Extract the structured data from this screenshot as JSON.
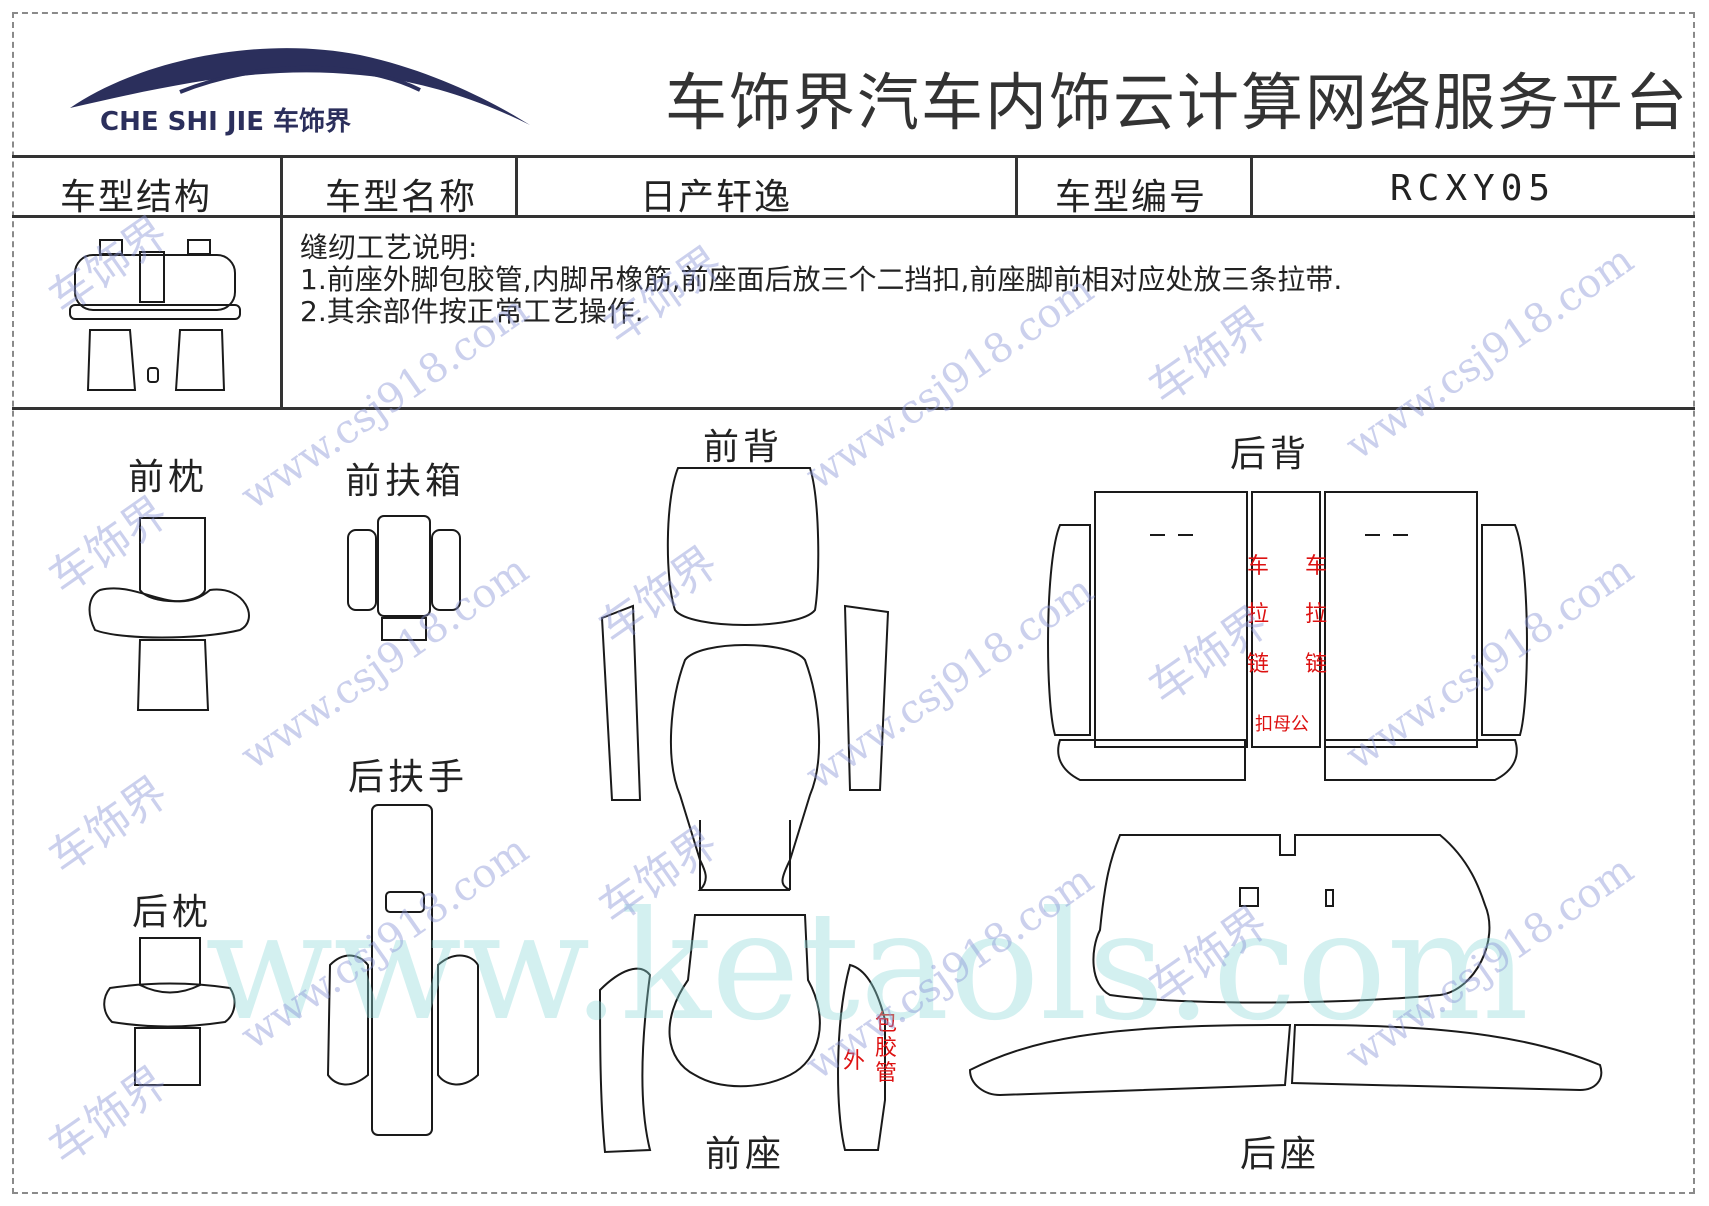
{
  "header": {
    "platform_title": "车饰界汽车内饰云计算网络服务平台",
    "logo_text": "CHE SHI JIE 车饰界"
  },
  "info_row": {
    "structure_label": "车型结构",
    "name_label": "车型名称",
    "name_value": "日产轩逸",
    "code_label": "车型编号",
    "code_value": "RCXY05"
  },
  "notes": {
    "heading": "缝纫工艺说明:",
    "line1": "1.前座外脚包胶管,内脚吊橡筋,前座面后放三个二挡扣,前座脚前相对应处放三条拉带.",
    "line2": "2.其余部件按正常工艺操作."
  },
  "pieces": {
    "front_pillow": "前枕",
    "front_armrest_box": "前扶箱",
    "front_back": "前背",
    "rear_back": "后背",
    "rear_armrest": "后扶手",
    "rear_pillow": "后枕",
    "front_seat": "前座",
    "rear_seat": "后座"
  },
  "annotations": {
    "car_left": "车",
    "car_right": "车",
    "pull_left": "拉",
    "pull_right": "拉",
    "chain_left": "链",
    "chain_right": "链",
    "snap": "扣母公",
    "outer": "外",
    "wrap": "包",
    "rubber": "胶",
    "tube": "管"
  },
  "watermarks": {
    "brand": "车饰界",
    "domain": "www.csj918.com",
    "big": "www.ketaols.com"
  }
}
